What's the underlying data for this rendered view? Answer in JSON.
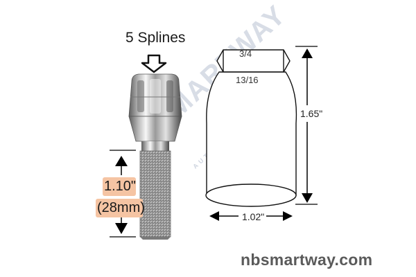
{
  "bolt_label": "5 Splines",
  "thread_length_in": "1.10\"",
  "thread_length_mm": "(28mm)",
  "socket_hex_small": "3/4",
  "socket_hex_large": "13/16",
  "socket_height": "1.65\"",
  "socket_diameter": "1.02\"",
  "website": "nbsmartway.com",
  "watermark_text": "SMARTWAY",
  "watermark_subtext": "AUTOMOTIVE INDUSTRY",
  "colors": {
    "highlight": "#f5c4a3",
    "text": "#1a1a1a",
    "website_gray": "#5a5a5a",
    "watermark": "#c8cfdc"
  }
}
